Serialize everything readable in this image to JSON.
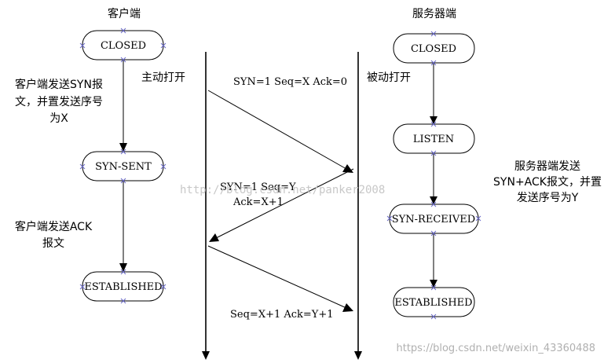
{
  "client": {
    "title": "客户端",
    "states": [
      "CLOSED",
      "SYN-SENT",
      "ESTABLISHED"
    ],
    "note_syn": [
      "客户端发送SYN报",
      "文，并置发送序号",
      "为X"
    ],
    "note_ack": [
      "客户端发送ACK",
      "报文"
    ],
    "action": "主动打开"
  },
  "server": {
    "title": "服务器端",
    "states": [
      "CLOSED",
      "LISTEN",
      "SYN-RECEIVED",
      "ESTABLISHED"
    ],
    "note_synack": [
      "服务器端发送",
      "SYN+ACK报文，并置",
      "发送序号为Y"
    ],
    "action": "被动打开"
  },
  "messages": {
    "m1": "SYN=1 Seq=X Ack=0",
    "m2": [
      "SYN=1 Seq=Y",
      "Ack=X+1"
    ],
    "m3": "Seq=X+1 Ack=Y+1"
  },
  "watermarks": {
    "center": "http://blog.csdn.net/panker2008",
    "corner": "https://blog.csdn.net/weixin_43360488"
  }
}
